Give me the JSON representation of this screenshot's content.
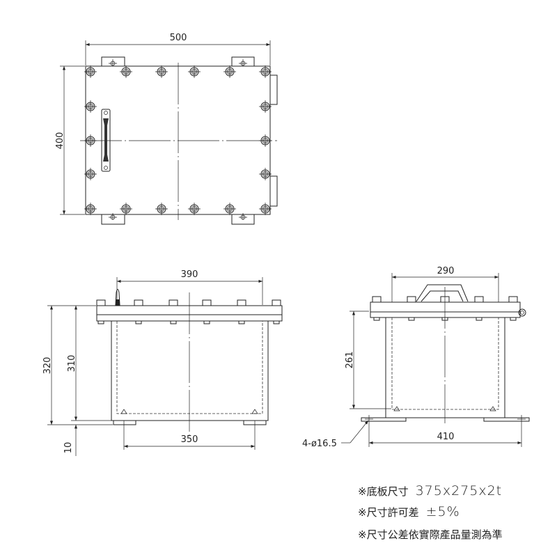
{
  "top_view": {
    "width_dim": "500",
    "height_dim": "400"
  },
  "side_view": {
    "top_dim": "390",
    "total_height_dim": "320",
    "body_height_dim": "310",
    "foot_dim": "10",
    "foot_span_dim": "350"
  },
  "front_view": {
    "top_dim": "290",
    "inner_height_dim": "261",
    "foot_span_dim": "410",
    "hole_callout": "4-ø16.5"
  },
  "notes": [
    {
      "label": "※底板尺寸",
      "value": "375x275x2t"
    },
    {
      "label": "※尺寸許可差",
      "value": "±5%"
    },
    {
      "label": "※尺寸公差依實際產品量測為準",
      "value": ""
    }
  ]
}
